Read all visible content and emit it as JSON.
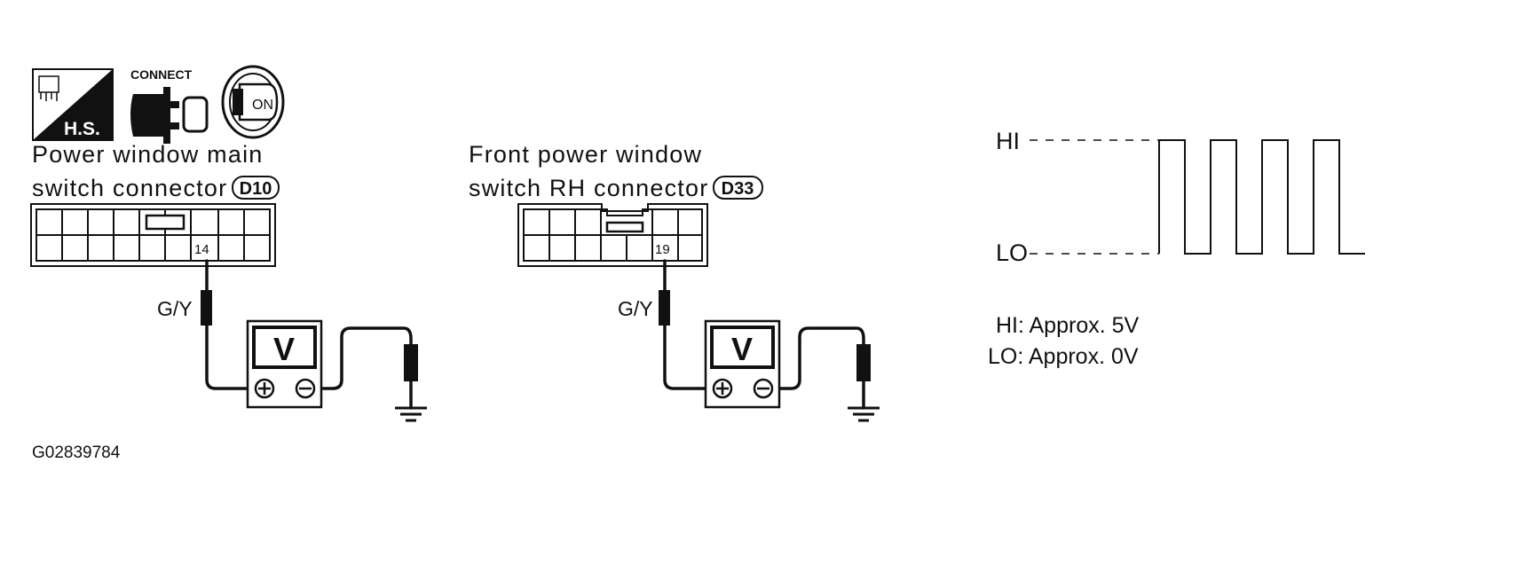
{
  "icons": {
    "hs_label": "H.S.",
    "connect_label": "CONNECT",
    "ignition_label": "ON"
  },
  "left": {
    "title_line1": "Power window main",
    "title_line2": "switch connector",
    "connector_code": "D10",
    "pin": "14",
    "wire_color": "G/Y"
  },
  "right": {
    "title_line1": "Front power window",
    "title_line2": "switch RH connector",
    "connector_code": "D33",
    "pin": "19",
    "wire_color": "G/Y"
  },
  "voltmeter": {
    "symbol": "V",
    "plus": "+",
    "minus": "−"
  },
  "waveform": {
    "hi_label": "HI",
    "lo_label": "LO",
    "hi_note": "HI: Approx. 5V",
    "lo_note": "LO: Approx. 0V",
    "pulse_count": 4
  },
  "figure_id": "G02839784"
}
